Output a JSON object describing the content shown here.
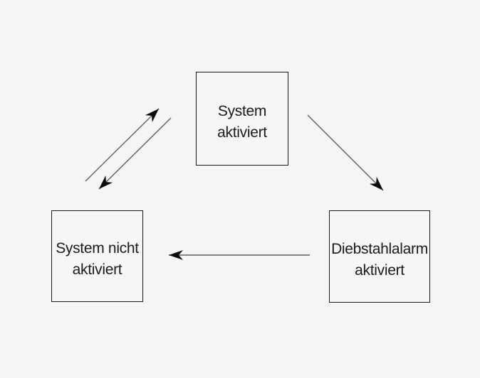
{
  "diagram": {
    "nodes": [
      {
        "id": "system-aktiviert",
        "line1": "System",
        "line2": "aktiviert"
      },
      {
        "id": "system-nicht-aktiviert",
        "line1": "System nicht",
        "line2": "aktiviert"
      },
      {
        "id": "diebstahlalarm-aktiviert",
        "line1": "Diebstahlalarm",
        "line2": "aktiviert"
      }
    ],
    "edges": [
      {
        "from": "system-nicht-aktiviert",
        "to": "system-aktiviert"
      },
      {
        "from": "system-aktiviert",
        "to": "system-nicht-aktiviert"
      },
      {
        "from": "system-aktiviert",
        "to": "diebstahlalarm-aktiviert"
      },
      {
        "from": "diebstahlalarm-aktiviert",
        "to": "system-nicht-aktiviert"
      }
    ],
    "colors": {
      "background": "#f5f5f3",
      "box_fill": "#f6f7f5",
      "box_border": "#1a1a1a",
      "arrow_shaft": "#5f5f5f",
      "arrow_head": "#0c0c0c",
      "text": "#1b1b1b"
    }
  }
}
